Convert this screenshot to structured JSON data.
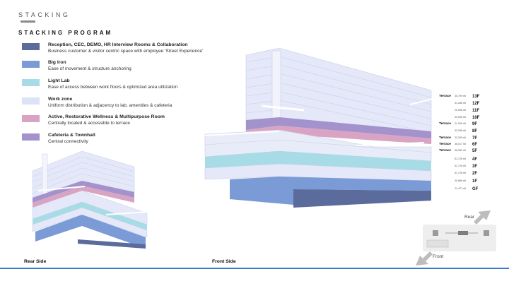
{
  "header": {
    "section_title": "STACKING",
    "program_title": "STACKING PROGRAM"
  },
  "colors": {
    "reception": "#5a6b9c",
    "big_iron": "#7b9bd6",
    "light_lab": "#a7dce6",
    "work_zone": "#dde3f6",
    "wellness": "#d9a4c4",
    "cafeteria": "#a392cc",
    "accent": "#3d7cc4"
  },
  "legend": [
    {
      "name": "Reception, CEC, DEMO, HR Interview Rooms & Collaboration",
      "desc": "Business customer & visitor centric space with employee 'Street Experience'"
    },
    {
      "name": "Big Iron",
      "desc": "Ease of movement & structure anchoring"
    },
    {
      "name": "Light Lab",
      "desc": "Ease of access between work floors & optimized area utilization"
    },
    {
      "name": "Work zone",
      "desc": "Uniform distribution & adjacency to lab, amenities & cafeteria"
    },
    {
      "name": "Active, Restorative Wellness & Multipurpose Room",
      "desc": "Centrally located & accessible to terrace"
    },
    {
      "name": "Cafeteria & Townhall",
      "desc": "Central connectivity"
    }
  ],
  "floors": [
    {
      "floor": "13F",
      "terrace": "Terrace",
      "area": "30,799 sft"
    },
    {
      "floor": "12F",
      "terrace": "",
      "area": "31,288 sft"
    },
    {
      "floor": "11F",
      "terrace": "",
      "area": "20,098 sft"
    },
    {
      "floor": "10F",
      "terrace": "",
      "area": "33,098 sft"
    },
    {
      "floor": "9F",
      "terrace": "Terrace",
      "area": "21,205 sft"
    },
    {
      "floor": "8F",
      "terrace": "",
      "area": "33,288 sft"
    },
    {
      "floor": "7F",
      "terrace": "Terrace",
      "area": "33,299 sft"
    },
    {
      "floor": "6F",
      "terrace": "Terrace",
      "area": "36,017 sft"
    },
    {
      "floor": "5F",
      "terrace": "Terrace",
      "area": "36,382 sft"
    },
    {
      "floor": "4F",
      "terrace": "",
      "area": "51,728 sft"
    },
    {
      "floor": "3F",
      "terrace": "",
      "area": "51,728 sft"
    },
    {
      "floor": "2F",
      "terrace": "",
      "area": "51,728 sft"
    },
    {
      "floor": "1F",
      "terrace": "",
      "area": "30,888 sft"
    },
    {
      "floor": "GF",
      "terrace": "",
      "area": "21,471 sft"
    }
  ],
  "views": {
    "rear_side": "Rear Side",
    "front_side": "Front Side"
  },
  "key_plan": {
    "rear": "Rear",
    "front": "Front"
  }
}
